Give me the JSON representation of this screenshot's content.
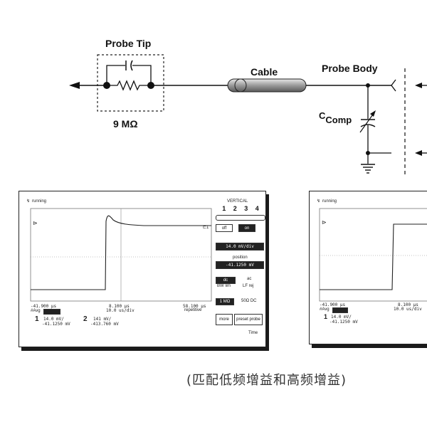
{
  "schematic": {
    "probe_tip_label": "Probe Tip",
    "resistance_label": "9 MΩ",
    "cable_label": "Cable",
    "probe_body_label": "Probe Body",
    "ccomp_label_main": "C",
    "ccomp_label_sub": "Comp"
  },
  "scope_left": {
    "status": "running",
    "vertical_label": "VERTICAL",
    "channel_numbers": [
      "1",
      "2",
      "3",
      "4"
    ],
    "off_label": "off",
    "on_label": "on",
    "volts_div": "14.0 mV/div",
    "position_label": "position",
    "position_value": "-41.1250 mV",
    "coupling_dc": "dc",
    "coupling_ac": "ac",
    "bw_lim": "BW lim",
    "lf_rej": "LF rej",
    "impedance": "1 MΩ",
    "ohm50": "50Ω DC",
    "more": "more",
    "preset_probe": "preset probe",
    "time_label": "Time",
    "time_left": "-41.900 μs",
    "time_center": "8.100 μs",
    "time_div": "10.0 us/div",
    "time_right": "58.100 μs",
    "mode": "repetitive",
    "avg_label": "#Avg",
    "ch1_num": "1",
    "ch1_scale": "14.0 mV/",
    "ch1_offset": "-41.1250 mV",
    "ch2_num": "2",
    "ch2_scale": "141 mV/",
    "ch2_offset": "-413.760 mV"
  },
  "scope_right": {
    "status": "running",
    "time_left": "-41.900 μs",
    "time_center": "8.100 μs",
    "time_div": "10.0 us/div",
    "avg_label": "#Avg",
    "ch1_num": "1",
    "ch1_scale": "14.0 mV/",
    "ch1_offset": "-41.1250 mV"
  },
  "caption": "(匹配低频增益和高频增益)"
}
